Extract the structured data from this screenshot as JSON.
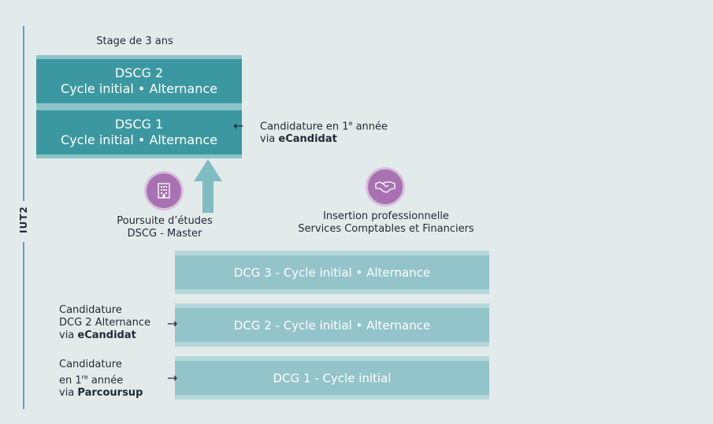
{
  "rail": {
    "label": "IUT2"
  },
  "top_note": "Stage de 3 ans",
  "dscg": [
    {
      "line1": "DSCG 2",
      "line2": "Cycle initial • Alternance"
    },
    {
      "line1": "DSCG 1",
      "line2": "Cycle initial • Alternance"
    }
  ],
  "application_dscg1": {
    "arrow": "←",
    "line1_pre": "Candidature en 1",
    "line1_sup": "e",
    "line1_post": " année",
    "line2_pre": "via ",
    "line2_strong": "eCandidat"
  },
  "poursuite": {
    "icon": "building-icon",
    "line1": "Poursuite d’études",
    "line2": "DSCG - Master"
  },
  "insertion": {
    "icon": "handshake-icon",
    "line1": "Insertion professionnelle",
    "line2": "Services Comptables et Financiers"
  },
  "dcg": [
    {
      "label": "DCG 3 - Cycle initial • Alternance"
    },
    {
      "label": "DCG 2 - Cycle initial • Alternance"
    },
    {
      "label": "DCG 1 - Cycle initial"
    }
  ],
  "application_dcg2": {
    "arrow": "→",
    "line1": "Candidature",
    "line2": "DCG 2 Alternance",
    "line3_pre": "via ",
    "line3_strong": "eCandidat"
  },
  "application_dcg1": {
    "arrow": "→",
    "line1": "Candidature",
    "line2_pre": "en 1",
    "line2_sup": "re",
    "line2_post": " année",
    "line3_pre": "via ",
    "line3_strong": "Parcoursup"
  },
  "colors": {
    "background": "#e3ebea",
    "dark_teal": "#3b98a0",
    "light_teal": "#93c4c9",
    "arrow_teal": "#7fbcc1",
    "purple": "#a872b2"
  }
}
